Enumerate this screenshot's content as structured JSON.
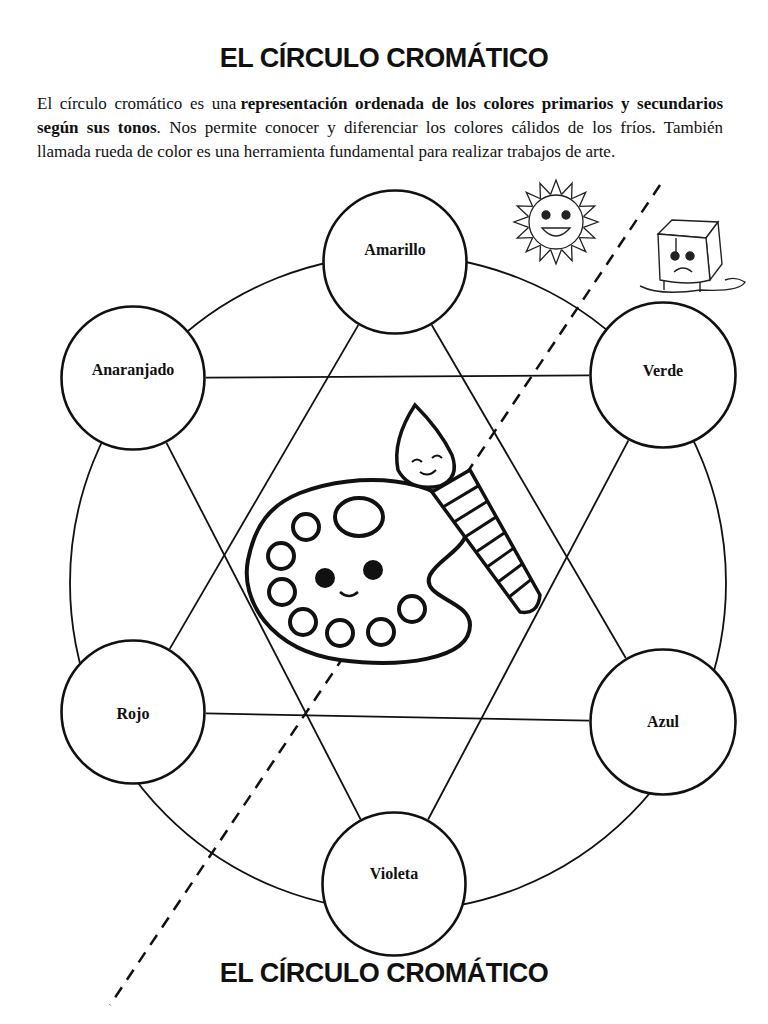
{
  "diagram": {
    "title": "EL CÍRCULO CROMÁTICO",
    "nodes": [
      {
        "text": [
          "Amarillo"
        ]
      },
      {
        "text": [
          "Anaranjado"
        ]
      },
      {
        "text": [
          "Verde"
        ]
      },
      {
        "text": [
          "Rojo"
        ]
      },
      {
        "text": [
          "Azul"
        ]
      },
      {
        "text": [
          "Violeta"
        ]
      }
    ],
    "edges": [
      {
        "from": 0,
        "to": 3,
        "arrow": "none"
      },
      {
        "from": 0,
        "to": 4,
        "arrow": "none"
      },
      {
        "from": 3,
        "to": 4,
        "arrow": "none"
      },
      {
        "from": 1,
        "to": 2,
        "arrow": "none"
      },
      {
        "from": 1,
        "to": 5,
        "arrow": "none"
      },
      {
        "from": 2,
        "to": 5,
        "arrow": "none"
      }
    ],
    "labels": [
      "El círculo cromático es una",
      "representación ordenada de los colores primarios y secundarios según sus tonos",
      ". Nos permite conocer y diferenciar los colores cálidos de los fríos. También llamada rueda de color es una herramienta fundamental para realizar trabajos de arte.",
      "EL CÍRCULO CROMÁTICO"
    ]
  }
}
